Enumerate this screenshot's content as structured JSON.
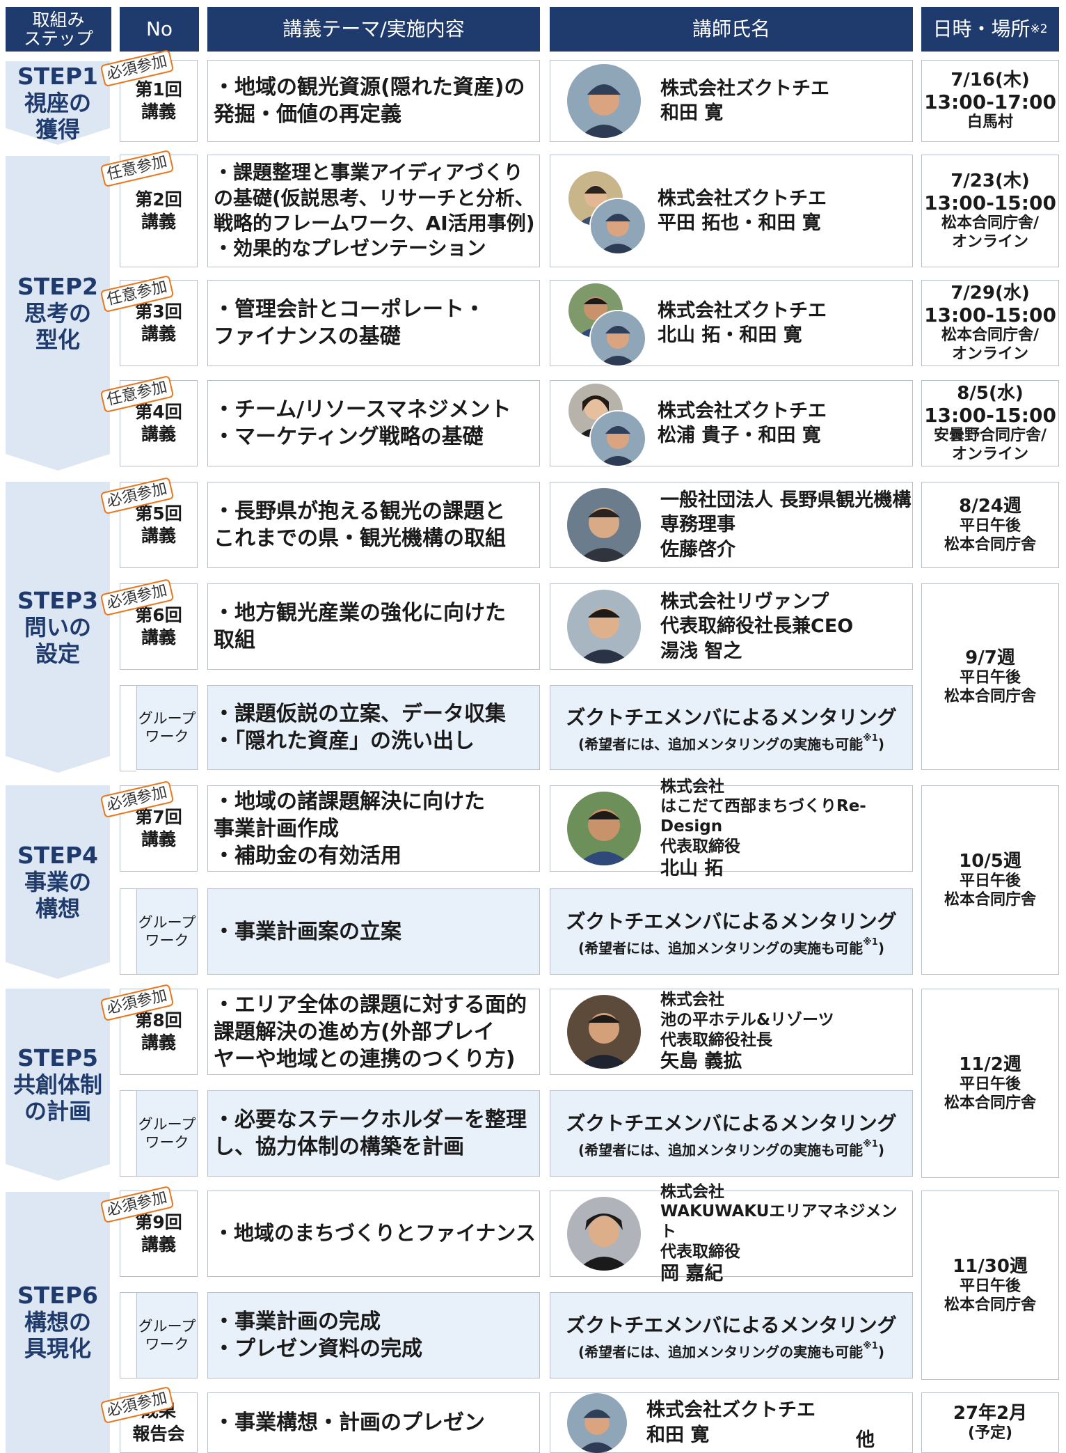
{
  "header": {
    "col_step": "取組み\nステップ",
    "col_no": "No",
    "col_theme": "講義テーマ/実施内容",
    "col_lecturer": "講師氏名",
    "col_date": "日時・場所",
    "col_date_note": "※2"
  },
  "badges": {
    "required": "必須参加",
    "optional": "任意参加"
  },
  "steps": [
    {
      "num": "STEP1",
      "title": "視座の\n獲得"
    },
    {
      "num": "STEP2",
      "title": "思考の\n型化"
    },
    {
      "num": "STEP3",
      "title": "問いの\n設定"
    },
    {
      "num": "STEP4",
      "title": "事業の\n構想"
    },
    {
      "num": "STEP5",
      "title": "共創体制\nの計画"
    },
    {
      "num": "STEP6",
      "title": "構想の\n具現化"
    }
  ],
  "rows": [
    {
      "no": "第1回\n講義",
      "theme": "・地域の観光資源(隠れた資産)の\n 発掘・価値の再定義",
      "lecturer": "株式会社ズクトチエ\n和田 寛"
    },
    {
      "no": "第2回\n講義",
      "theme": "・課題整理と事業アイディアづくり\n の基礎(仮説思考、リサーチと分析、\n 戦略的フレームワーク、AI活用事例)\n・効果的なプレゼンテーション",
      "lecturer": "株式会社ズクトチエ\n平田 拓也・和田 寛"
    },
    {
      "no": "第3回\n講義",
      "theme": "・管理会計とコーポレート・\n ファイナンスの基礎",
      "lecturer": "株式会社ズクトチエ\n北山 拓・和田 寛"
    },
    {
      "no": "第4回\n講義",
      "theme": "・チーム/リソースマネジメント\n・マーケティング戦略の基礎",
      "lecturer": "株式会社ズクトチエ\n松浦 貴子・和田 寛"
    },
    {
      "no": "第5回\n講義",
      "theme": "・長野県が抱える観光の課題と\n これまでの県・観光機構の取組",
      "lecturer": "一般社団法人 長野県観光機構\n専務理事\n佐藤啓介"
    },
    {
      "no": "第6回\n講義",
      "theme": "・地方観光産業の強化に向けた\n 取組",
      "lecturer": "株式会社リヴァンプ\n代表取締役社長兼CEO\n湯浅 智之"
    },
    {
      "no": "グループ\nワーク",
      "theme": "・課題仮説の立案、データ収集\n・「隠れた資産」の洗い出し"
    },
    {
      "no": "第7回\n講義",
      "theme": "・地域の諸課題解決に向けた\n 事業計画作成\n・補助金の有効活用",
      "lecturer": "株式会社\nはこだて西部まちづくりRe-Design\n代表取締役",
      "lecturer_name": "北山 拓"
    },
    {
      "no": "グループ\nワーク",
      "theme": "・事業計画案の立案"
    },
    {
      "no": "第8回\n講義",
      "theme": "・エリア全体の課題に対する面的\n 課題解決の進め方(外部プレイ\n ヤーや地域との連携のつくり方)",
      "lecturer": "株式会社\n池の平ホテル&リゾーツ\n代表取締役社長",
      "lecturer_name": "矢島 義拡"
    },
    {
      "no": "グループ\nワーク",
      "theme": "・必要なステークホルダーを整理\n し、協力体制の構築を計画"
    },
    {
      "no": "第9回\n講義",
      "theme": "・地域のまちづくりとファイナンス",
      "lecturer": "株式会社\nWAKUWAKUエリアマネジメント\n代表取締役",
      "lecturer_name": "岡 嘉紀"
    },
    {
      "no": "グループ\nワーク",
      "theme": "・事業計画の完成\n・プレゼン資料の完成"
    },
    {
      "no": "成果\n報告会",
      "theme": "・事業構想・計画のプレゼン",
      "lecturer": "株式会社ズクトチエ\n和田 寛",
      "extra": "他"
    }
  ],
  "mentoring": {
    "title": "ズクトチエメンバによるメンタリング",
    "note": "(希望者には、追加メンタリングの実施も可能",
    "note_mark": "※1",
    "note_end": ")"
  },
  "dates": [
    {
      "d1": "7/16(木)",
      "d2": "13:00-17:00",
      "d3": "白馬村"
    },
    {
      "d1": "7/23(木)",
      "d2": "13:00-15:00",
      "d3": "松本合同庁舎/\nオンライン"
    },
    {
      "d1": "7/29(水)",
      "d2": "13:00-15:00",
      "d3": "松本合同庁舎/\nオンライン"
    },
    {
      "d1": "8/5(水)",
      "d2": "13:00-15:00",
      "d3": "安曇野合同庁舎/\nオンライン"
    },
    {
      "d1": "8/24週",
      "d2": "",
      "d3": "平日午後\n松本合同庁舎"
    },
    {
      "d1": "9/7週",
      "d2": "",
      "d3": "平日午後\n松本合同庁舎"
    },
    {
      "d1": "10/5週",
      "d2": "",
      "d3": "平日午後\n松本合同庁舎"
    },
    {
      "d1": "11/2週",
      "d2": "",
      "d3": "平日午後\n松本合同庁舎"
    },
    {
      "d1": "11/30週",
      "d2": "",
      "d3": "平日午後\n松本合同庁舎"
    },
    {
      "d1": "27年2月",
      "d2": "",
      "d3": "(予定)"
    }
  ]
}
